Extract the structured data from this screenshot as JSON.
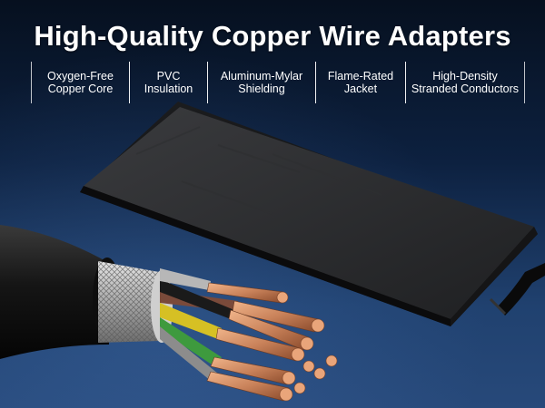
{
  "headline": "High-Quality Copper Wire Adapters",
  "features": [
    {
      "line1": "Oxygen-Free",
      "line2": "Copper Core"
    },
    {
      "line1": "PVC",
      "line2": "Insulation"
    },
    {
      "line1": "Aluminum-Mylar",
      "line2": "Shielding"
    },
    {
      "line1": "Flame-Rated",
      "line2": "Jacket"
    },
    {
      "line1": "High-Density",
      "line2": "Stranded Conductors"
    }
  ],
  "colors": {
    "background_top": "#06101f",
    "background_bottom": "#27497a",
    "adapter_body": "#2a2b2d",
    "copper": "#c9825a",
    "jacket": "#111111"
  },
  "icons": [
    "power-adapter-image",
    "cable-cross-section-image"
  ]
}
